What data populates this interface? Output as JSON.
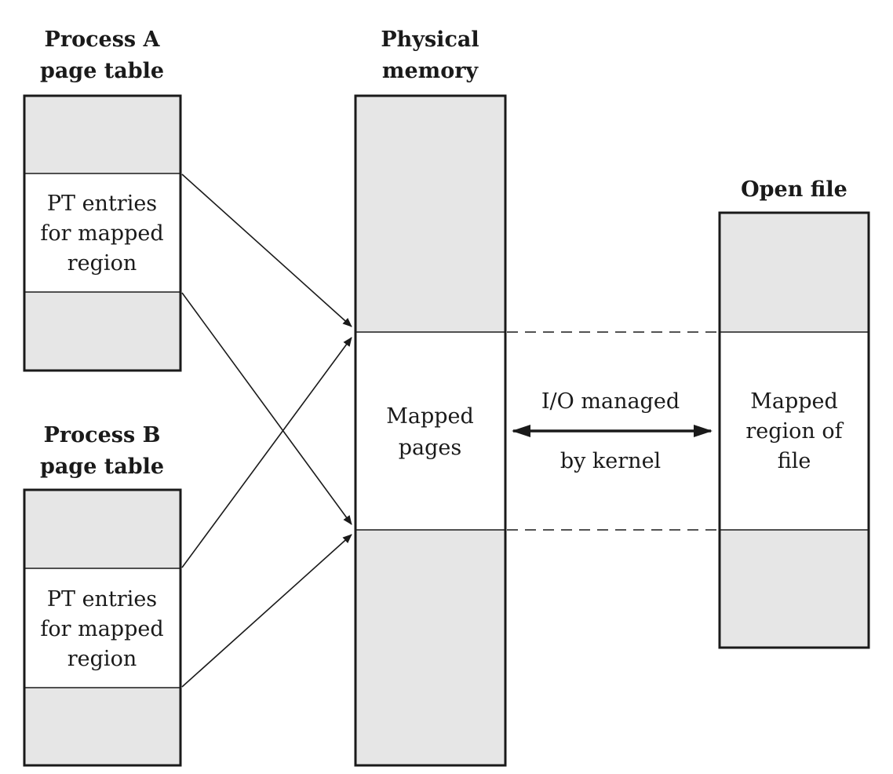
{
  "process_a": {
    "title_line1": "Process A",
    "title_line2": "page table",
    "region_line1": "PT entries",
    "region_line2": "for mapped",
    "region_line3": "region"
  },
  "process_b": {
    "title_line1": "Process B",
    "title_line2": "page table",
    "region_line1": "PT entries",
    "region_line2": "for mapped",
    "region_line3": "region"
  },
  "physical_memory": {
    "title_line1": "Physical",
    "title_line2": "memory",
    "region_line1": "Mapped",
    "region_line2": "pages"
  },
  "open_file": {
    "title": "Open file",
    "region_line1": "Mapped",
    "region_line2": "region of",
    "region_line3": "file"
  },
  "io_link": {
    "label_line1": "I/O managed",
    "label_line2": "by kernel"
  }
}
